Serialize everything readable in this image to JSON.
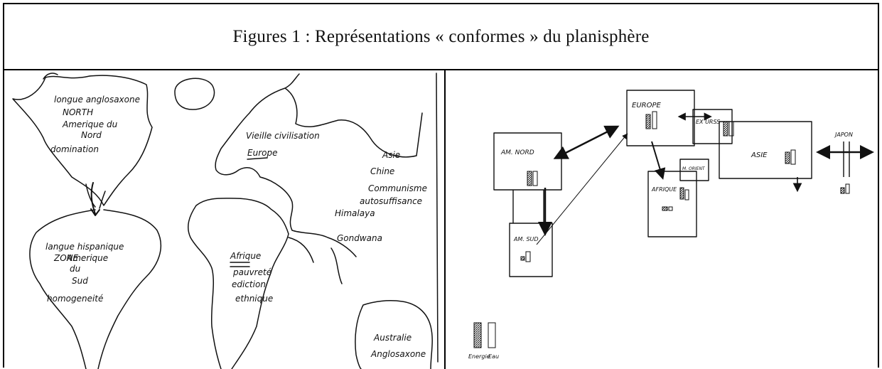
{
  "caption": "Figures 1 : Représentations « conformes » du planisphère",
  "left_drawing": {
    "north_america": [
      "longue anglosaxone",
      "NORTH",
      "Amerique du",
      "Nord",
      "domination"
    ],
    "south_america": [
      "langue hispanique",
      "ZONE",
      "Amerique",
      "du",
      "Sud",
      "homogeneité"
    ],
    "europe": [
      "Vieille civilisation",
      "Europe"
    ],
    "africa": [
      "Afrique",
      "pauvreté",
      "ediction",
      "ethnique"
    ],
    "asia": [
      "Asie",
      "Chine",
      "Communisme",
      "autosuffisance"
    ],
    "himalaya": "Himalaya",
    "gondwana": "Gondwana",
    "australia": [
      "Australie",
      "Anglosaxone"
    ]
  },
  "right_drawing": {
    "labels": {
      "europe": "EUROPE",
      "urss": "EX URSS",
      "asie": "ASIE",
      "japon": "JAPON",
      "am_nord": "AM. NORD",
      "am_sud": "AM. SUD",
      "afrique": "AFRIQUE",
      "moyen_orient": "M. ORIENT"
    },
    "legend": [
      "Energie",
      "Eau"
    ]
  }
}
